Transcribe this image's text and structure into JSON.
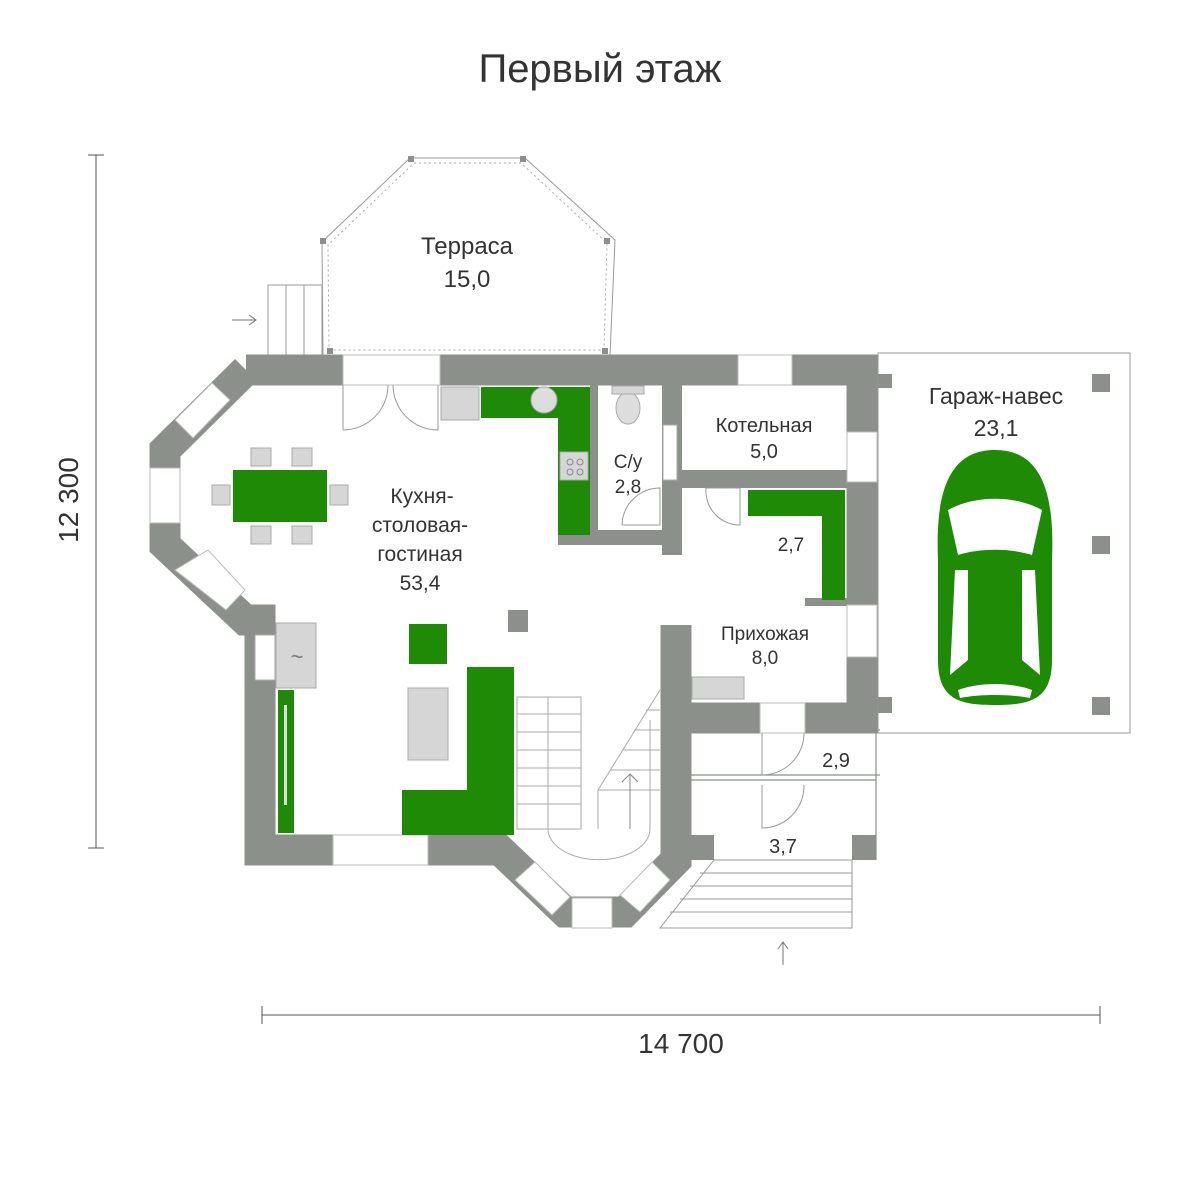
{
  "title": "Первый этаж",
  "dimensions": {
    "height": "12 300",
    "width": "14 700"
  },
  "rooms": {
    "terrace": {
      "name": "Терраса",
      "area": "15,0"
    },
    "living": {
      "name_1": "Кухня-",
      "name_2": "столовая-",
      "name_3": "гостиная",
      "area": "53,4"
    },
    "bath": {
      "name": "С/у",
      "area": "2,8"
    },
    "boiler": {
      "name": "Котельная",
      "area": "5,0"
    },
    "closet": {
      "area": "2,7"
    },
    "hall": {
      "name": "Прихожая",
      "area": "8,0"
    },
    "garage": {
      "name": "Гараж-навес",
      "area": "23,1"
    },
    "vestibule1": {
      "area": "2,9"
    },
    "vestibule2": {
      "area": "3,7"
    }
  },
  "colors": {
    "wall": "#8b908b",
    "furniture_accent": "#1e8a06"
  }
}
